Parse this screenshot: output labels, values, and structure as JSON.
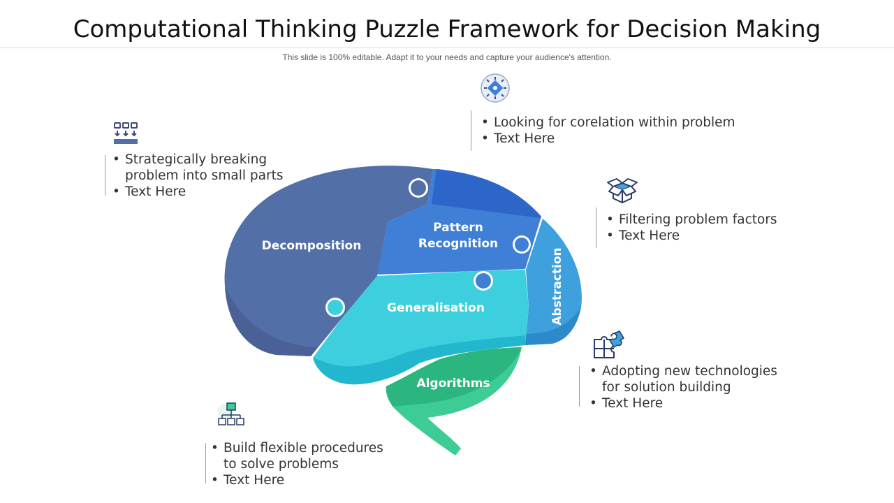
{
  "header": {
    "title": "Computational Thinking Puzzle Framework for Decision Making",
    "subtitle": "This slide is 100% editable. Adapt it to your needs and capture your audience's attention."
  },
  "segments": {
    "decomposition": "Decomposition",
    "pattern_line1": "Pattern",
    "pattern_line2": "Recognition",
    "generalisation": "Generalisation",
    "abstraction": "Abstraction",
    "algorithms": "Algorithms"
  },
  "notes": {
    "decomposition": {
      "icon": "sorting-grid-icon",
      "line1": "Strategically breaking",
      "line2": "problem into small parts",
      "line3": "Text Here"
    },
    "pattern": {
      "icon": "network-chip-icon",
      "line1": "Looking for corelation within problem",
      "line2": "Text Here"
    },
    "abstraction": {
      "icon": "open-box-icon",
      "line1": "Filtering problem factors",
      "line2": "Text Here"
    },
    "generalisation": {
      "icon": "puzzle-icon",
      "line1": "Adopting new technologies",
      "line2": "for solution building",
      "line3": "Text Here"
    },
    "algorithms": {
      "icon": "hierarchy-icon",
      "line1": "Build flexible procedures",
      "line2": "to solve problems",
      "line3": "Text Here"
    }
  },
  "colors": {
    "decomposition": "#536FA8",
    "pattern": "#3F7FD6",
    "generalisation": "#3ECFDF",
    "abstraction": "#3EA0DD",
    "algorithms": "#3ECC96"
  }
}
